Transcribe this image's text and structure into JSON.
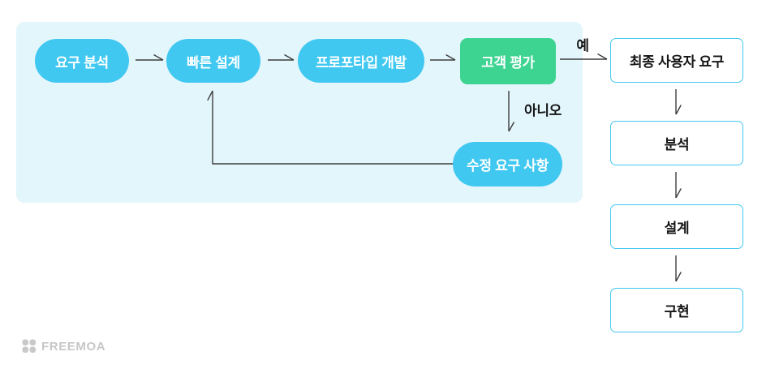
{
  "flow": {
    "nodes": {
      "requirements": "요구 분석",
      "quick_design": "빠른 설계",
      "prototype_dev": "프로포타입 개발",
      "customer_eval": "고객 평가",
      "revision_request": "수정 요구 사항"
    },
    "decision_labels": {
      "yes": "예",
      "no": "아니오"
    }
  },
  "pipeline": {
    "final_user_req": "최종 사용자 요구",
    "analysis": "분석",
    "design": "설계",
    "implementation": "구현"
  },
  "footer": {
    "brand": "FREEMOA"
  },
  "colors": {
    "panel_bg": "#e3f6fc",
    "node_cyan": "#40c8f1",
    "node_green": "#3dd492",
    "box_border": "#45c8f0",
    "connector_line": "#3d3d3d",
    "text_dark": "#151515",
    "text_light": "#ffffff",
    "brand_gray": "#c7c7c7"
  }
}
